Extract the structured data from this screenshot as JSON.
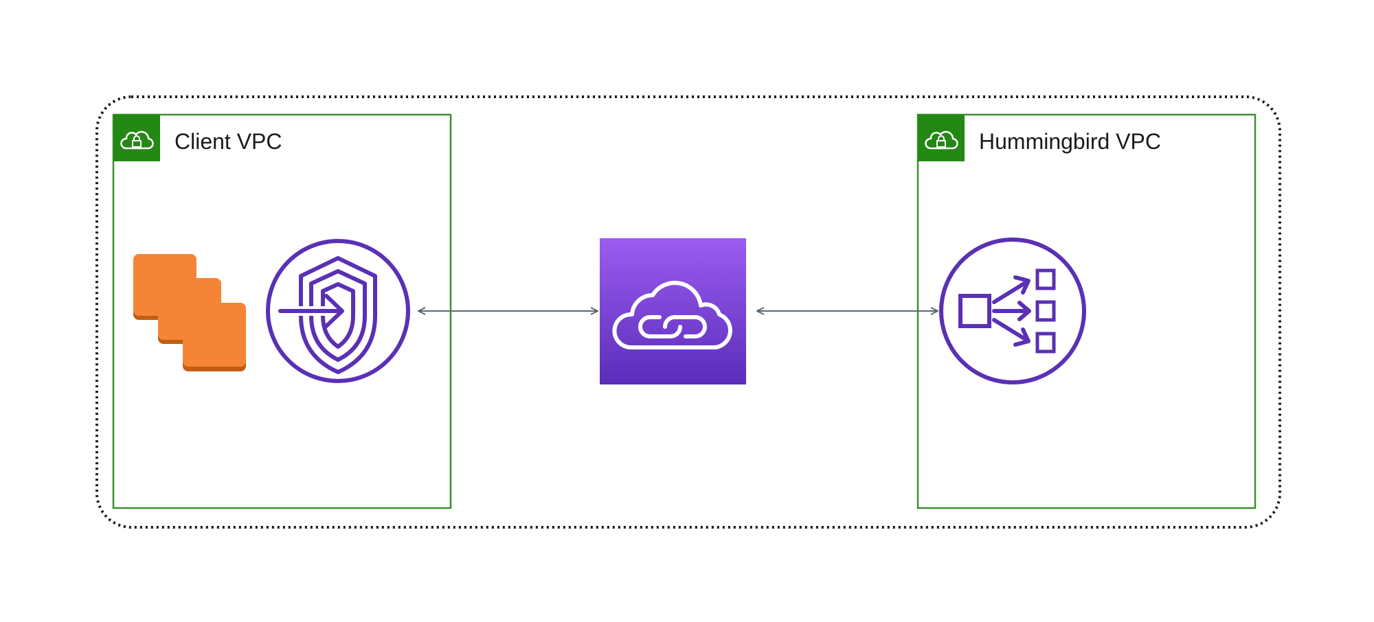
{
  "client_vpc": {
    "title": "Client VPC",
    "icon": "vpc-cloud-lock-icon",
    "border_color": "#3c8f2f",
    "badge_color": "#248814"
  },
  "hummingbird_vpc": {
    "title": "Hummingbird VPC",
    "icon": "vpc-cloud-lock-icon",
    "border_color": "#3c8f2f",
    "badge_color": "#248814"
  },
  "nodes": {
    "ec2_instances": {
      "icon": "ec2-instances-icon",
      "color": "#f58536"
    },
    "vpc_endpoint": {
      "icon": "vpc-endpoint-shield-icon",
      "color": "#5a30b5"
    },
    "privatelink": {
      "icon": "privatelink-cloud-link-icon",
      "color": "#7b3fe4"
    },
    "load_balancer": {
      "icon": "network-load-balancer-icon",
      "color": "#5a30b5"
    }
  },
  "connectors": {
    "color": "#5b6770",
    "style": "bidirectional-arrow"
  },
  "region_group": {
    "border_style": "dotted",
    "border_color": "#1a1a1a"
  }
}
